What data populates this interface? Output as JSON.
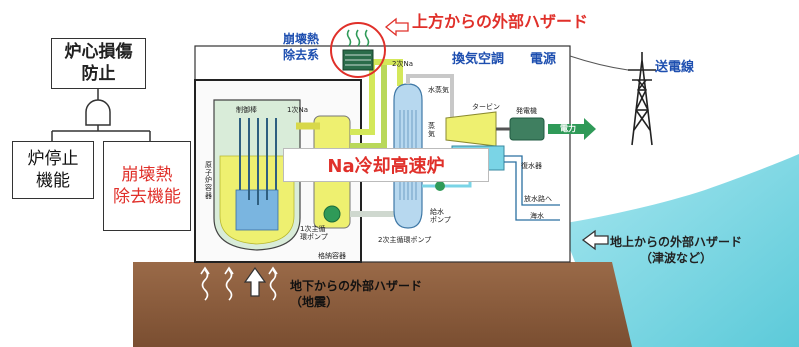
{
  "fault_tree": {
    "top_event": "炉心損傷\n防止",
    "left_function": "炉停止\n機能",
    "right_function": "崩壊熱\n除去機能"
  },
  "plant": {
    "title": "Na冷却高速炉",
    "decay_heat_system": "崩壊熱\n除去系",
    "ventilation": "換気空調",
    "power_source": "電源",
    "transmission_line": "送電線",
    "electricity": "電力",
    "labels": {
      "control_rod": "制御棒",
      "primary_na": "1次Na",
      "secondary_na_top": "2次Na",
      "reactor_vessel": "原\n子\n炉\n容\n器",
      "steam": "水蒸気",
      "turbine": "タービン",
      "generator": "発電機",
      "steam_generator": "蒸\n気",
      "condenser": "復水器",
      "discharge": "放水路へ",
      "sea_water": "海水",
      "feed_pump": "給水\nポンプ",
      "primary_pump": "1次主循\n環ポンプ",
      "secondary_pump": "2次主循環ポンプ",
      "containment": "格納容器"
    }
  },
  "hazards": {
    "above": "上方からの外部ハザード",
    "ground": "地上からの外部ハザード\n（津波など）",
    "underground": "地下からの外部ハザード\n（地震）"
  },
  "colors": {
    "hazard_red": "#e0302a",
    "accent_blue": "#1e4fb0",
    "ground_brown": "#8a5a3a",
    "tsunami_cyan": "#6fd3e0",
    "sodium_yellow": "#eef070",
    "water_cyan": "#7ad4e6",
    "pipe_green": "#2f9a58"
  }
}
